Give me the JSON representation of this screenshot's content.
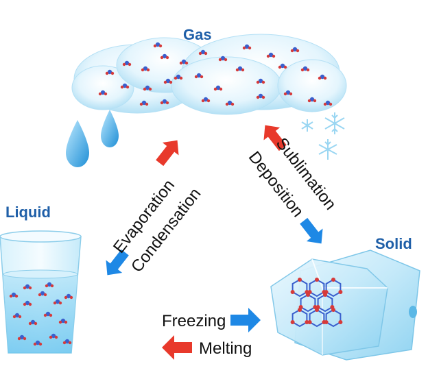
{
  "states": {
    "gas": "Gas",
    "liquid": "Liquid",
    "solid": "Solid"
  },
  "processes": {
    "evaporation": "Evaporation",
    "condensation": "Condensation",
    "deposition": "Deposition",
    "sublimation": "Sublimation",
    "freezing": "Freezing",
    "melting": "Melting"
  },
  "icons": {
    "cloud": "cloud-icon",
    "water_drop": "water-drop-icon",
    "snowflake": "snowflake-icon",
    "glass": "glass-of-water-icon",
    "ice_cube": "ice-cube-icon",
    "molecule": "molecule-icon"
  },
  "colors": {
    "heading": "#1f5fa8",
    "arrow_heating": "#e8392b",
    "arrow_cooling": "#1e88e5",
    "cloud": "#d9f0fb",
    "ice": "#bfe6f7",
    "water": "#8fd3f4",
    "molecule_atom": "#3a5fcd",
    "molecule_h": "#d63a3a"
  }
}
